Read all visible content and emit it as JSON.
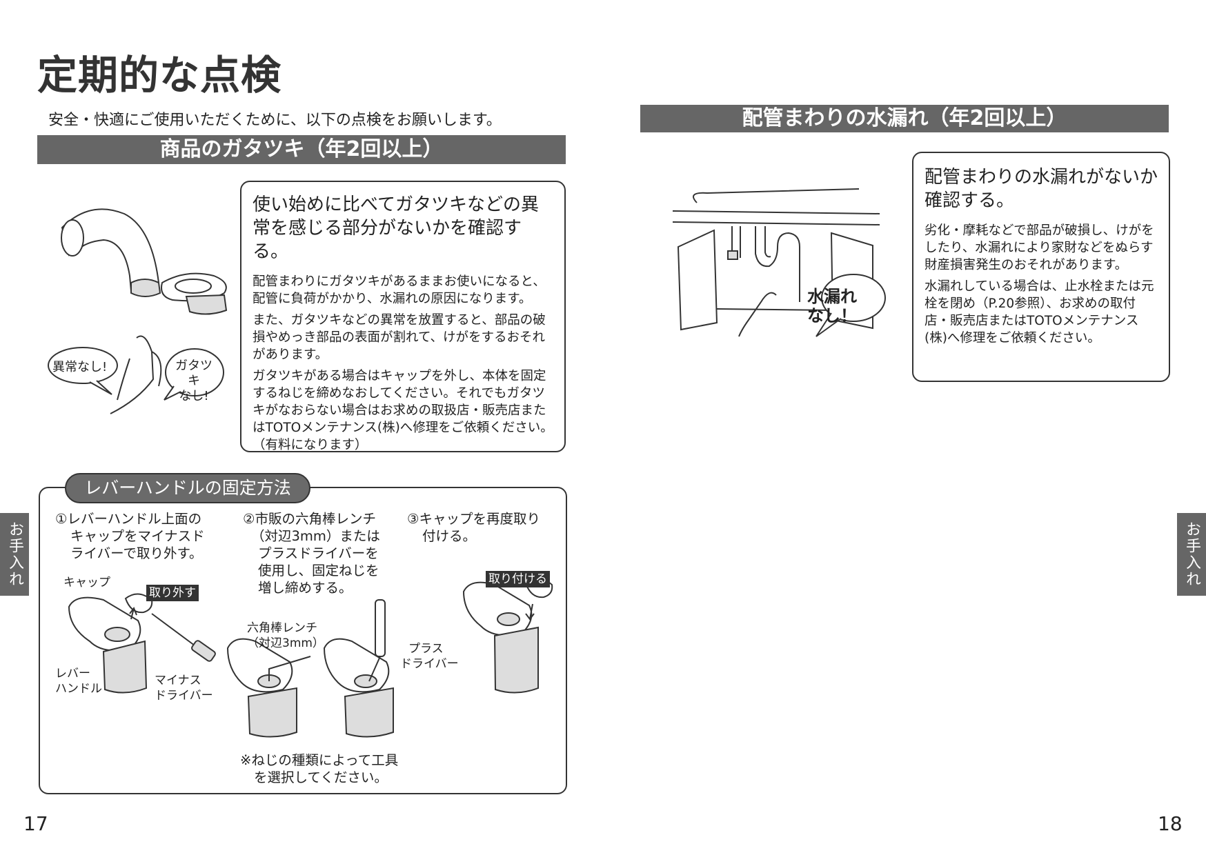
{
  "title": "定期的な点検",
  "intro": "安全・快適にご使用いただくために、以下の点検をお願いします。",
  "left": {
    "section_bar": "商品のガタツキ（年2回以上）",
    "lead": "使い始めに比べてガタツキなどの異常を感じる部分がないかを確認する。",
    "paras": [
      "配管まわりにガタツキがあるままお使いになると、配管に負荷がかかり、水漏れの原因になります。",
      "また、ガタツキなどの異常を放置すると、部品の破損やめっき部品の表面が割れて、けがをするおそれがあります。",
      "ガタツキがある場合はキャップを外し、本体を固定するねじを締めなおしてください。それでもガタツキがなおらない場合はお求めの取扱店・販売店またはTOTOメンテナンス(株)へ修理をご依頼ください。（有料になります）"
    ],
    "bubble_ok": "異常なし!",
    "bubble_loose_1": "ガタツキ",
    "bubble_loose_2": "なし!"
  },
  "lever": {
    "caption": "レバーハンドルの固定方法",
    "step1": [
      "①レバーハンドル上面の",
      "キャップをマイナスド",
      "ライバーで取り外す。"
    ],
    "step2": [
      "②市販の六角棒レンチ",
      "（対辺3mm）または",
      "プラスドライバーを",
      "使用し、固定ねじを",
      "増し締めする。"
    ],
    "step3": [
      "③キャップを再度取り",
      "付ける。"
    ],
    "label_cap": "キャップ",
    "tag_remove": "取り外す",
    "tag_attach": "取り付ける",
    "label_lever": [
      "レバー",
      "ハンドル"
    ],
    "label_minus": [
      "マイナス",
      "ドライバー"
    ],
    "label_hex": [
      "六角棒レンチ",
      "（対辺3mm）"
    ],
    "label_plus": [
      "プラス",
      "ドライバー"
    ],
    "note": [
      "※ねじの種類によって工具",
      "を選択してください。"
    ]
  },
  "right": {
    "section_bar": "配管まわりの水漏れ（年2回以上）",
    "lead": "配管まわりの水漏れがないか確認する。",
    "paras": [
      "劣化・摩耗などで部品が破損し、けがをしたり、水漏れにより家財などをぬらす財産損害発生のおそれがあります。",
      "水漏れしている場合は、止水栓または元栓を閉め（P.20参照）、お求めの取付店・販売店またはTOTOメンテナンス(株)へ修理をご依頼ください。"
    ],
    "bubble_1": "水漏れ",
    "bubble_2": "なし！"
  },
  "side_tab": "お手入れ",
  "page_left": "17",
  "page_right": "18"
}
